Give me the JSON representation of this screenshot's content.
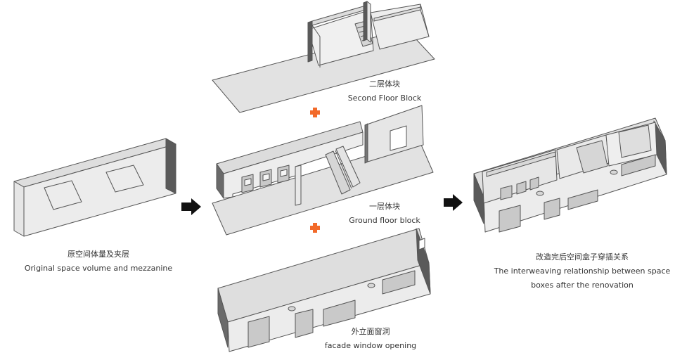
{
  "captions": {
    "original": {
      "cn": "原空间体量及夹层",
      "en": "Original space volume and mezzanine"
    },
    "second_floor": {
      "cn": "二层体块",
      "en": "Second Floor Block"
    },
    "ground_floor": {
      "cn": "一层体块",
      "en": "Ground floor block"
    },
    "facade": {
      "cn": "外立面窗洞",
      "en": "facade window opening"
    },
    "result": {
      "cn": "改造完后空间盒子穿插关系",
      "en_line1": "The interweaving relationship between space",
      "en_line2": "boxes after the renovation"
    }
  },
  "colors": {
    "plus": "#f26a2a",
    "arrow": "#111111",
    "line": "#555555",
    "top_face": "#dedede",
    "side_face": "#ececec",
    "dark_end": "#5a5a5a",
    "glass": "#cfd3d6",
    "window": "#c9c9c9"
  },
  "icons": [
    "plus-icon",
    "arrow-right-icon"
  ]
}
